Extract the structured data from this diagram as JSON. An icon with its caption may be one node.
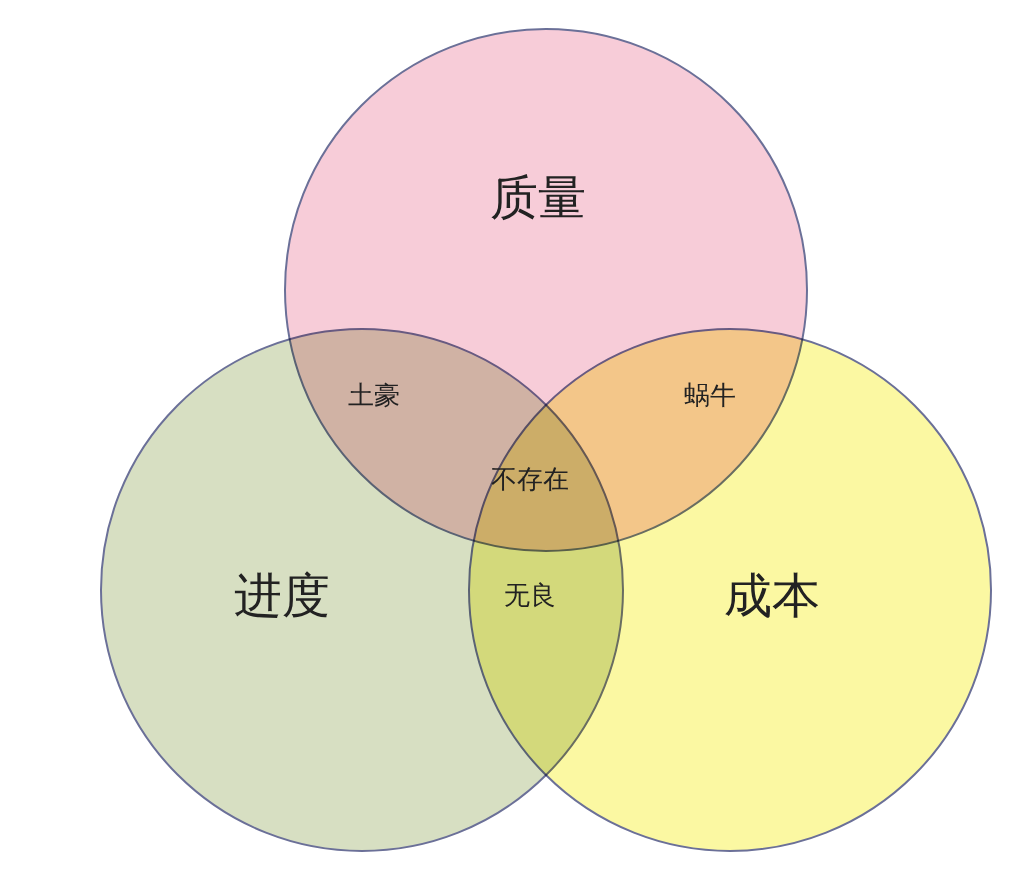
{
  "diagram": {
    "nodes": [
      {
        "text": [
          "质量"
        ]
      },
      {
        "text": [
          "进度"
        ]
      },
      {
        "text": [
          "成本"
        ]
      }
    ],
    "labels": [
      "土豪",
      "蜗牛",
      "不存在",
      "无良"
    ]
  }
}
